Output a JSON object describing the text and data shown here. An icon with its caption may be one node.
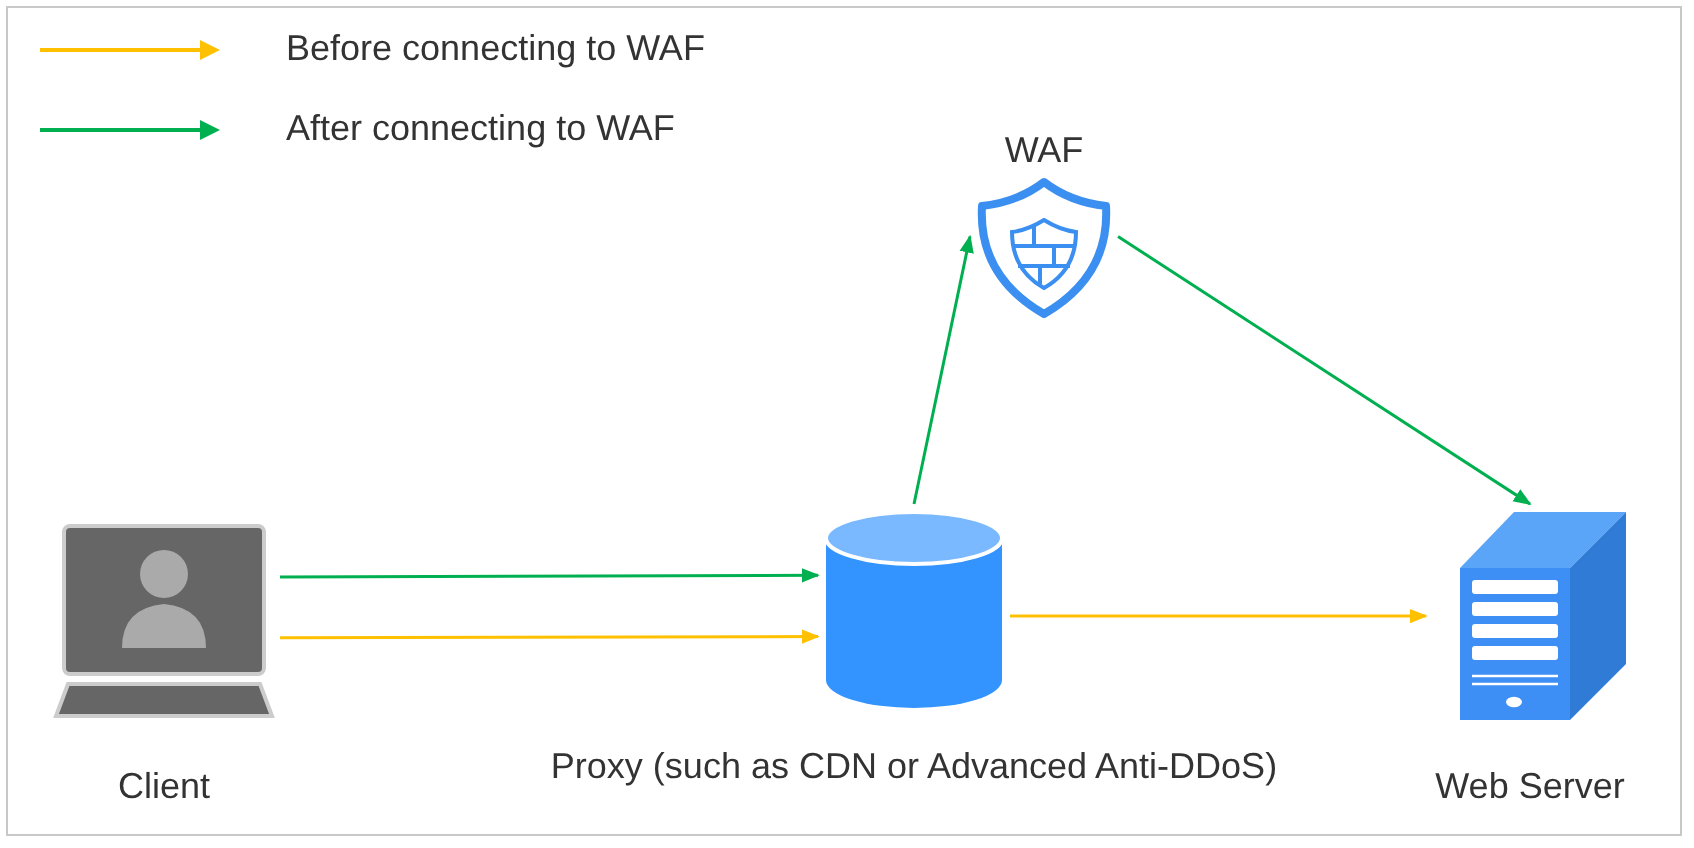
{
  "diagram": {
    "nodes": [
      {
        "text": [
          "Client"
        ]
      },
      {
        "text": [
          "Proxy (such as CDN or Advanced Anti-DDoS)"
        ]
      },
      {
        "text": [
          "WAF"
        ]
      },
      {
        "text": [
          "Web Server"
        ]
      }
    ],
    "edges": [
      {
        "from": 0,
        "to": 1,
        "arrow": "to"
      },
      {
        "from": 0,
        "to": 1,
        "arrow": "to",
        "color": "#ffc000"
      },
      {
        "from": 1,
        "to": 2,
        "arrow": "to"
      },
      {
        "from": 2,
        "to": 3,
        "arrow": "to"
      },
      {
        "from": 1,
        "to": 3,
        "arrow": "to",
        "color": "#ffc000"
      }
    ],
    "legend": [
      {
        "text": "Before connecting to WAF",
        "color": "#ffc000"
      },
      {
        "text": "After connecting to WAF",
        "color": "#00b050"
      }
    ]
  }
}
